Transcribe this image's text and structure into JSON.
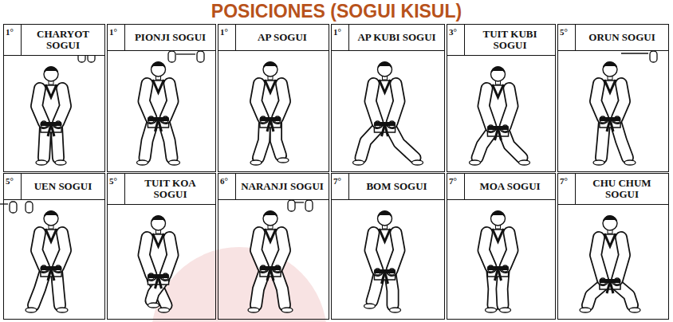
{
  "diagram": {
    "title": "POSICIONES (SOGUI KISUL)",
    "nodes": [
      {
        "text": [
          "1°",
          "CHARYOT SOGUI"
        ]
      },
      {
        "text": [
          "1°",
          "PIONJI SOGUI"
        ]
      },
      {
        "text": [
          "1°",
          "AP SOGUI"
        ]
      },
      {
        "text": [
          "1°",
          "AP KUBI SOGUI"
        ]
      },
      {
        "text": [
          "3°",
          "TUIT KUBI SOGUI"
        ]
      },
      {
        "text": [
          "5°",
          "ORUN SOGUI"
        ]
      },
      {
        "text": [
          "5°",
          "UEN SOGUI"
        ]
      },
      {
        "text": [
          "5°",
          "TUIT KOA SOGUI"
        ]
      },
      {
        "text": [
          "6°",
          "NARANJI SOGUI"
        ]
      },
      {
        "text": [
          "7°",
          "BOM SOGUI"
        ]
      },
      {
        "text": [
          "7°",
          "MOA SOGUI"
        ]
      },
      {
        "text": [
          "7°",
          "CHU CHUM SOGUI"
        ]
      }
    ]
  }
}
